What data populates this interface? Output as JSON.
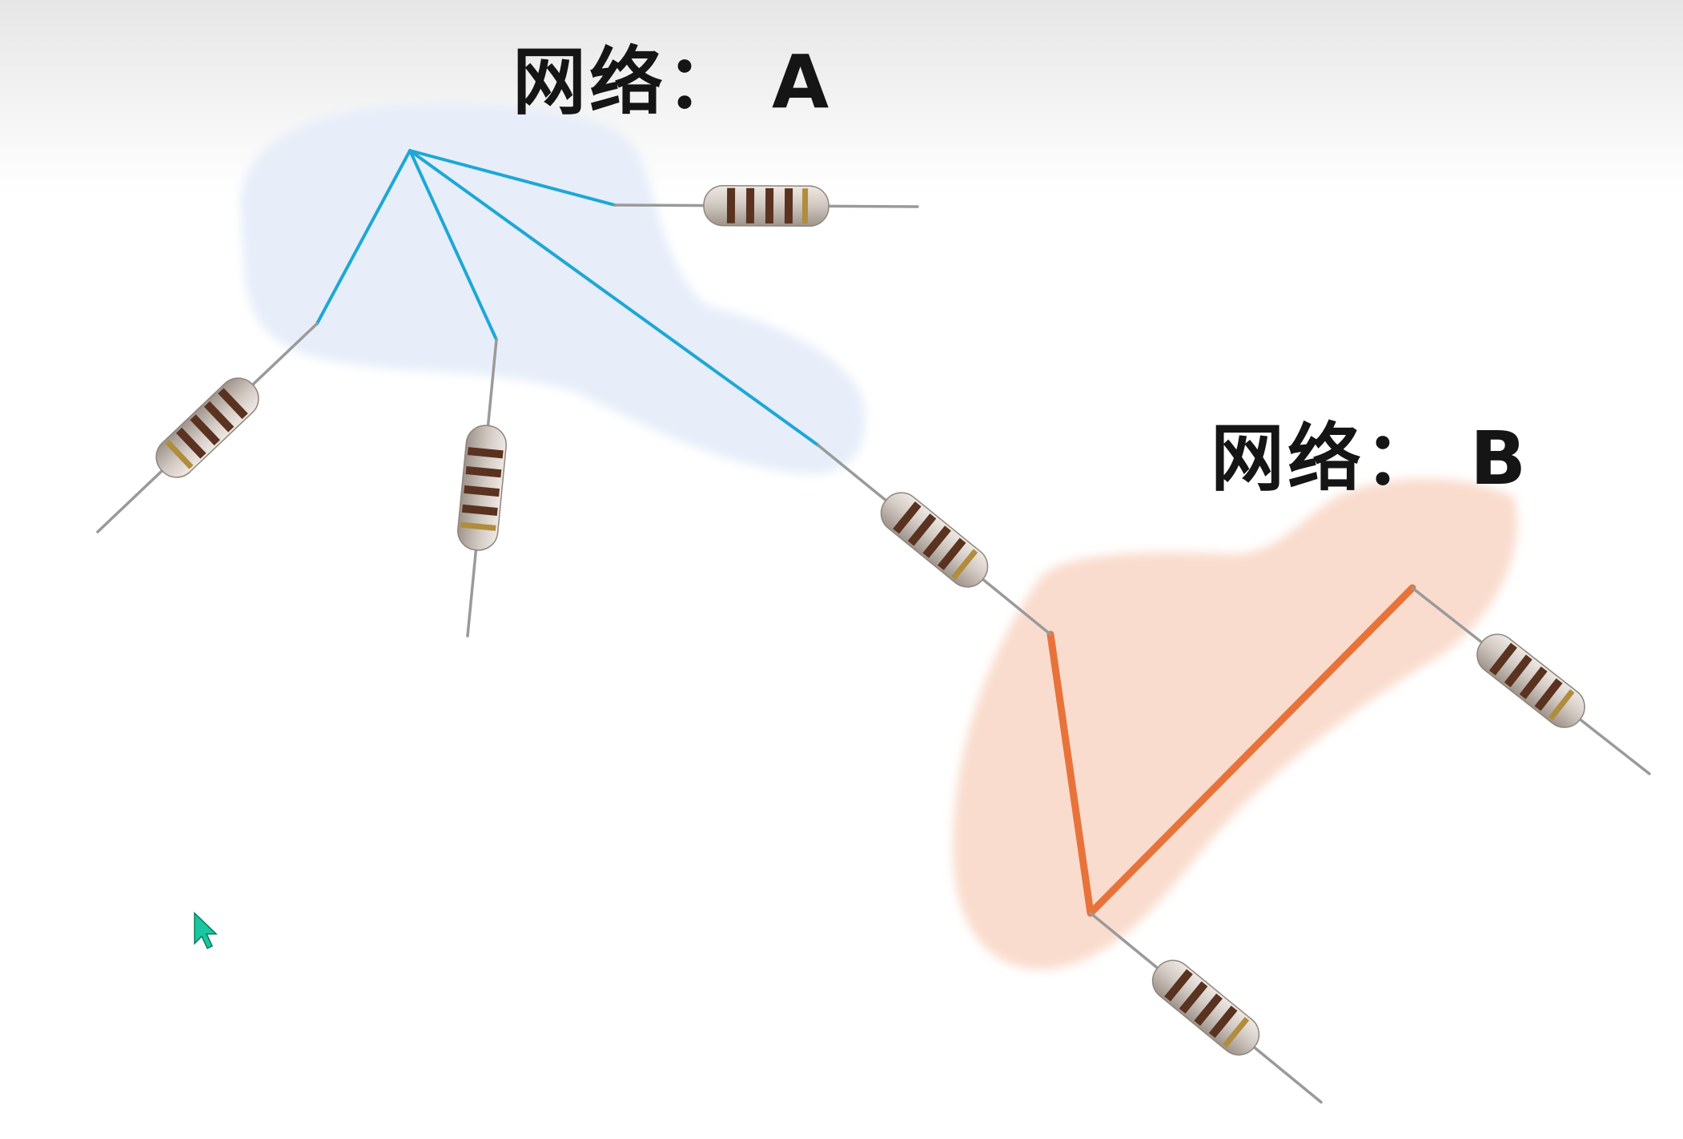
{
  "networks": [
    {
      "id": "A",
      "label": "网络： A",
      "color": "#1ea7d6",
      "region_color": "#e7eef9"
    },
    {
      "id": "B",
      "label": "网络： B",
      "color": "#e8733a",
      "region_color": "#f9dccd"
    }
  ],
  "resistor": {
    "body_color": "#cfc6bf",
    "band_color": "#5a3220",
    "gold_band_color": "#b08d3c",
    "lead_color": "#9a9a9a"
  },
  "background": {
    "top": "#e6e6e6",
    "bottom": "#ffffff"
  },
  "cursor": {
    "color": "#19c6a0"
  }
}
